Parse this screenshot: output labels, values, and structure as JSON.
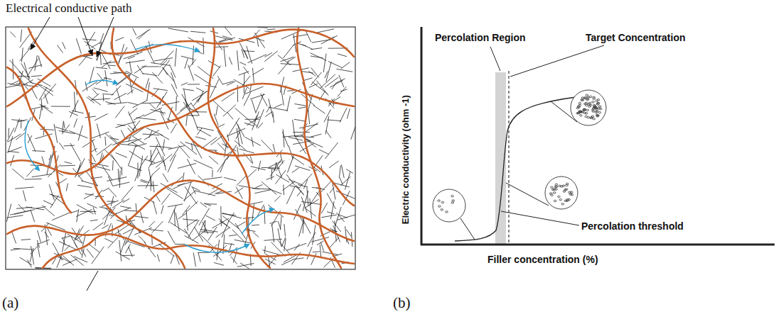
{
  "diagram": {
    "labels": [
      "Electrical conductive path",
      "(a)",
      "(b)",
      "Percolation Region",
      "Target Concentration",
      "Electric conductivity (ohm -1)",
      "Filler concentration (%)",
      "Percolation threshold"
    ]
  }
}
